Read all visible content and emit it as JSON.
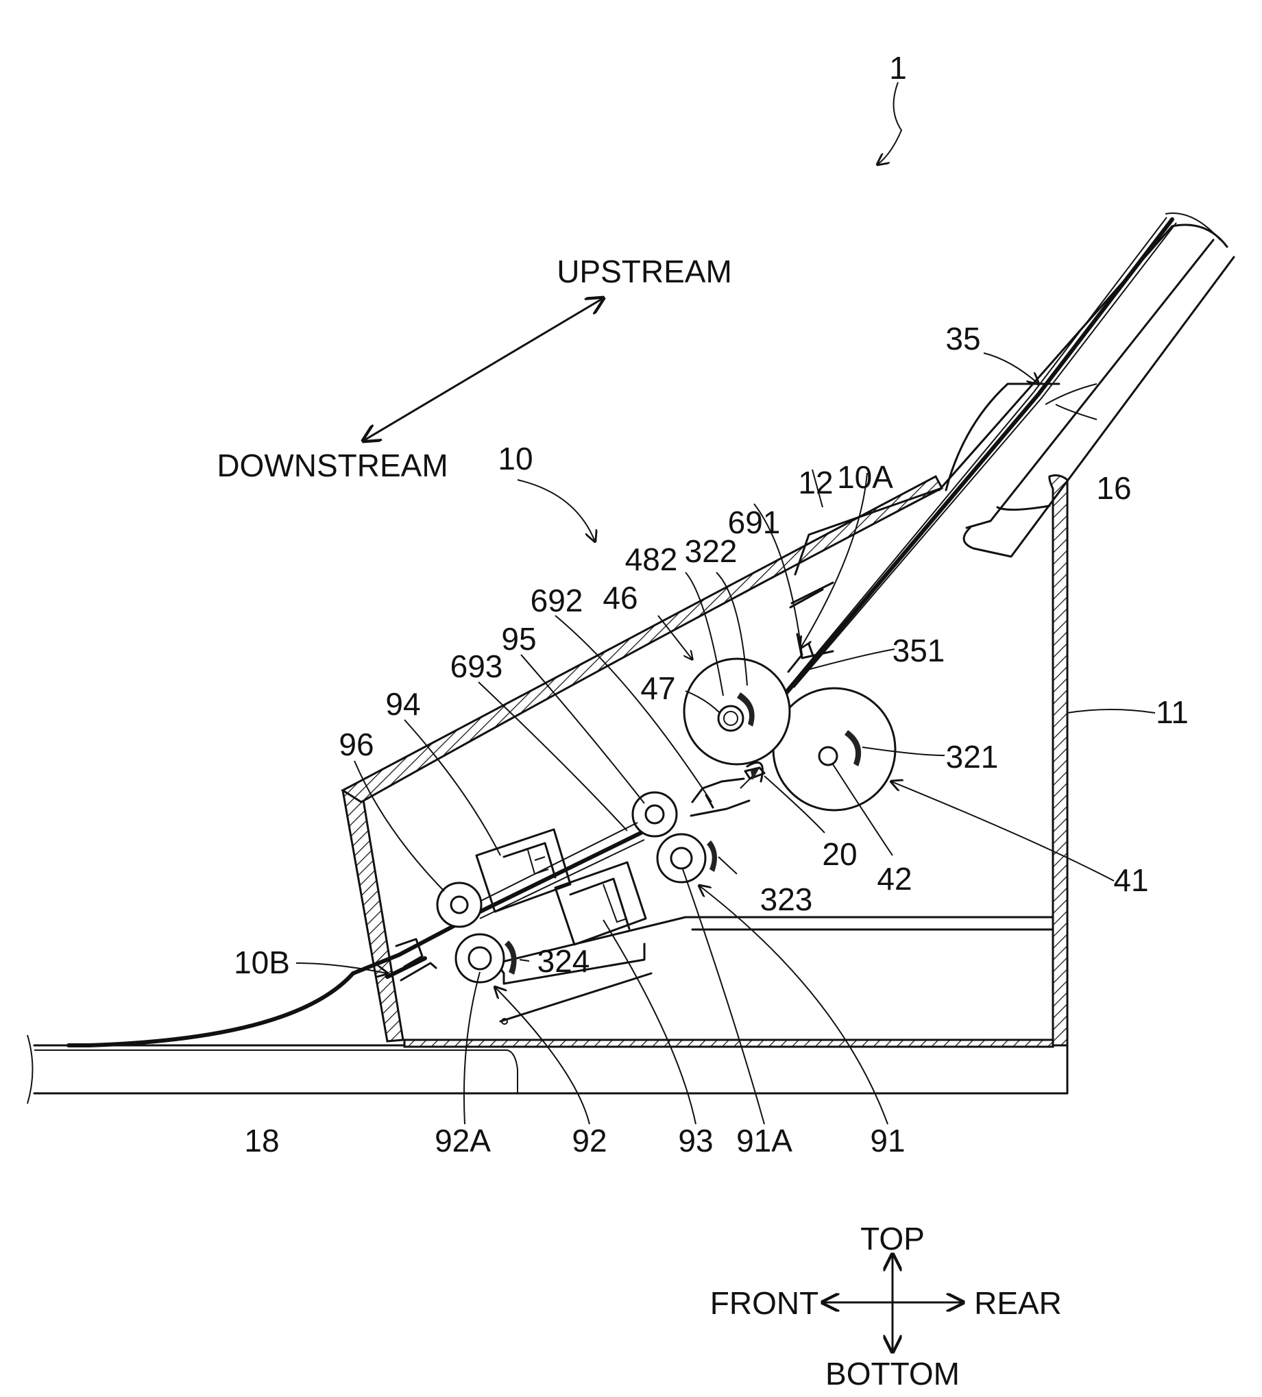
{
  "figure": {
    "reference_numerals": {
      "apparatus": "1",
      "cover": "10",
      "cover_opening_a": "10A",
      "cover_opening_b": "10B",
      "housing": "11",
      "upper_guide": "12",
      "feed_tray": "16",
      "discharge_tray": "18",
      "guide_flap": "20",
      "arrow_321": "321",
      "arrow_322": "322",
      "arrow_323": "323",
      "arrow_324": "324",
      "sheet_stack": "35",
      "sheet_edge": "351",
      "pickup_roller_unit": "41",
      "pickup_roller_axis": "42",
      "separation_unit": "46",
      "separation_axis": "47",
      "separation_member": "482",
      "guide_691": "691",
      "guide_692": "692",
      "guide_693": "693",
      "lower_feed_roller": "91",
      "lower_feed_roller_axis": "91A",
      "discharge_roller": "92",
      "discharge_roller_axis": "92A",
      "lower_reader": "93",
      "upper_reader": "94",
      "upper_feed_roller": "95",
      "upper_discharge_roller": "96"
    },
    "flow_direction": {
      "upstream": "UPSTREAM",
      "downstream": "DOWNSTREAM"
    },
    "orientation": {
      "top": "TOP",
      "bottom": "BOTTOM",
      "front": "FRONT",
      "rear": "REAR"
    }
  }
}
